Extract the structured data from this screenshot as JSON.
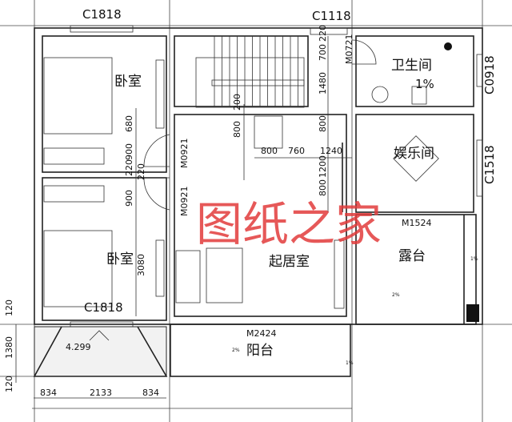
{
  "watermark": "图纸之家",
  "rooms": {
    "bedroom_top": "卧室",
    "bedroom_bottom": "卧室",
    "bathroom": "卫生间",
    "bathroom_slope": "1%",
    "entertainment": "娱乐间",
    "living": "起居室",
    "terrace": "露台",
    "balcony": "阳台"
  },
  "windows": {
    "top_left": "C1818",
    "top_mid": "C1118",
    "right_bath": "C0918",
    "right_ent": "C1518",
    "bottom_left": "C1818"
  },
  "doors": {
    "bath": "M0721",
    "bed_top": "M0921",
    "bed_bottom": "M0921",
    "terrace": "M1524",
    "balcony": "M2424"
  },
  "dimensions": {
    "d680": "680",
    "d900a": "900",
    "d220a": "220",
    "d220b": "220",
    "d900b": "900",
    "d3080": "3080",
    "d200": "200",
    "d800v": "800",
    "d800h": "800",
    "d760": "760",
    "d1240": "1240",
    "d1200": "1200",
    "d800r1": "800",
    "d800r2": "800",
    "d700": "700",
    "d220c": "220",
    "d1480": "1480",
    "d120a": "120",
    "d1380": "1380",
    "d120b": "120",
    "d834a": "834",
    "d2133": "2133",
    "d834b": "834"
  },
  "elevation": "4.299",
  "slope_labels": [
    "2%",
    "2%",
    "1%",
    "1%"
  ],
  "colors": {
    "lines": "#222222",
    "watermark": "#e23b3b"
  }
}
